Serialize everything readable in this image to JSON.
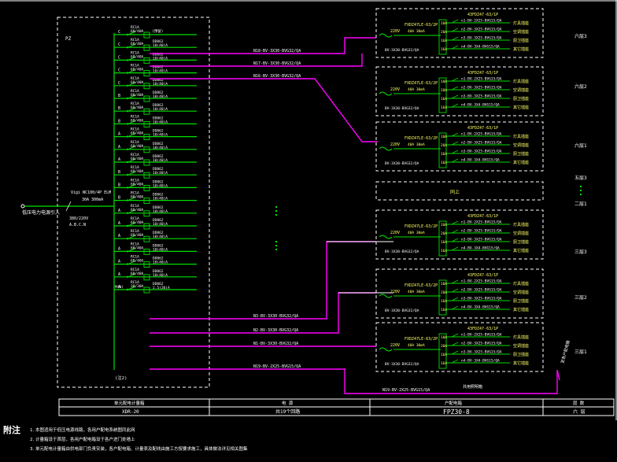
{
  "panel": {
    "name": "PZ",
    "incoming_label": "低压电力电源引入",
    "main_breaker": "Vigi NC100/4P ELM",
    "main_breaker_rating": "30A 300mA",
    "voltage": "380/220V",
    "phases": "A.B.C.N",
    "note_ref": "(注2)",
    "breaker_type": "RC1A",
    "breaker_rating": "60/40A",
    "meter_type": "DD862",
    "meter_rating": "10(40)A",
    "top_breaker": "(预留)",
    "bottom_breaker_type": "RC1A",
    "bottom_breaker_rating": "30/30A",
    "bottom_meter_type": "DD862",
    "bottom_meter_rating": "2.5(20)A",
    "bottom_unit_label": "M(N)",
    "phase_labels": [
      "C",
      "C",
      "C",
      "C",
      "C",
      "B",
      "B",
      "B",
      "A",
      "A",
      "A",
      "B",
      "B",
      "B",
      "A",
      "A",
      "A",
      "A",
      "A",
      "A",
      "A"
    ]
  },
  "feeders": [
    "N18-BV-3X30-BVG32/QA",
    "N17-BV-3X30-BVG32/QA",
    "N16-BV-3X30-BVG32/QA",
    "N3-BV-3X30-BVG32/QA",
    "N2-BV-3X30-BVG32/QA",
    "N1-BV-3X30-BVG32/QA",
    "N19-BV-2X25-BVG15/QA"
  ],
  "distribution_box": {
    "header": "43FDZ47-63/1P",
    "model": "FXDZ47LE-63/2P",
    "voltage": "220V",
    "rating": "40A 30mA",
    "feeder": "BV-3X30-BVG32/QA",
    "outputs": [
      {
        "rating": "10A",
        "circuit": "n1-BV-2X25-BVG15/QA",
        "load": "灯具插座"
      },
      {
        "rating": "20A",
        "circuit": "n2-BV-3X25-BVG15/QA",
        "load": "空调插座"
      },
      {
        "rating": "16A",
        "circuit": "n3-BV-3X25-BVG15/QA",
        "load": "厨卫插座"
      },
      {
        "rating": "16A",
        "circuit": "n4-BV-3X4-BVG15/QA",
        "load": "其它插座"
      }
    ],
    "middle_box_label": "同上"
  },
  "floors": [
    "六层3",
    "六层2",
    "六层1",
    "五层3",
    "二层1",
    "三层3",
    "三层2",
    "三层1"
  ],
  "riser_label": "至各户配电箱",
  "riser_circuit": "N19-BV-2X25-BVG15/QA",
  "riser_box_label": "共用照明箱",
  "title_block": {
    "row1": [
      "单元配电计量箱",
      "电 源",
      "户配电箱",
      "层 数"
    ],
    "row2": [
      "XDR-20",
      "共19个回路",
      "FPZ30-8",
      "六 层"
    ]
  },
  "notes": {
    "title": "附注",
    "lines": [
      "1. 本图适用于低压电源线路，各用户配电系统图同此网",
      "2. 计量箱设于首层，各用户配电箱设于各户进门处墙上",
      "3. 单元配电计量箱由供电部门负责安装，各户配电箱、计量表及配线由施工方按要求施工，具体做法详见相关图集"
    ]
  },
  "colors": {
    "frame": "#ffffff",
    "breaker": "#00e000",
    "feeder": "#ff00ff",
    "label": "#ffffff",
    "box_text": "#ffff66"
  }
}
